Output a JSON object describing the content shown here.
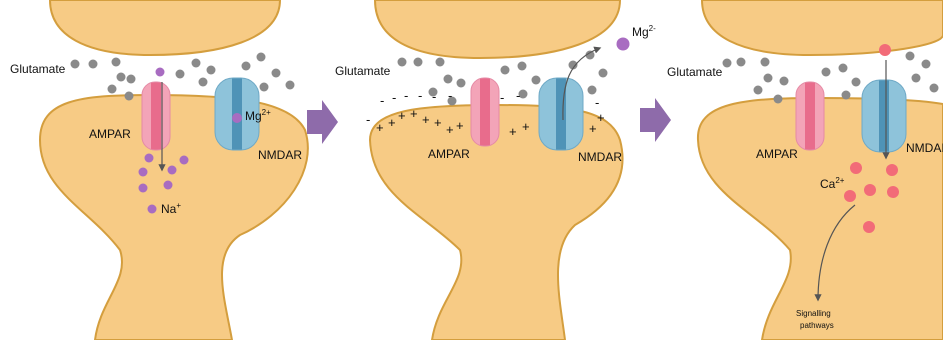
{
  "colors": {
    "cell_fill": "#F7CB85",
    "cell_stroke": "#D49E3E",
    "glutamate": "#8A8A8A",
    "ampar_main": "#F3A4B8",
    "ampar_stripe": "#E86C8C",
    "nmdar_main": "#8EC3DA",
    "nmdar_stripe": "#4F93B7",
    "ion_purple": "#A86CC1",
    "ion_red": "#F26B78",
    "arrow": "#8E6BAA"
  },
  "panels": [
    {
      "glutamate_label": "Glutamate",
      "ampar_label": "AMPAR",
      "nmdar_label": "NMDAR",
      "mg_label": "Mg",
      "mg_charge": "2+",
      "na_label": "Na",
      "na_charge": "+"
    },
    {
      "glutamate_label": "Glutamate",
      "ampar_label": "AMPAR",
      "nmdar_label": "NMDAR",
      "mg_label": "Mg",
      "mg_charge": "2-"
    },
    {
      "glutamate_label": "Glutamate",
      "ampar_label": "AMPAR",
      "nmdar_label": "NMDAI",
      "ca_label": "Ca",
      "ca_charge": "2+",
      "signalling_line1": "Signalling",
      "signalling_line2": "pathways"
    }
  ],
  "icons": {
    "transition_arrow": "right-arrow-icon"
  }
}
